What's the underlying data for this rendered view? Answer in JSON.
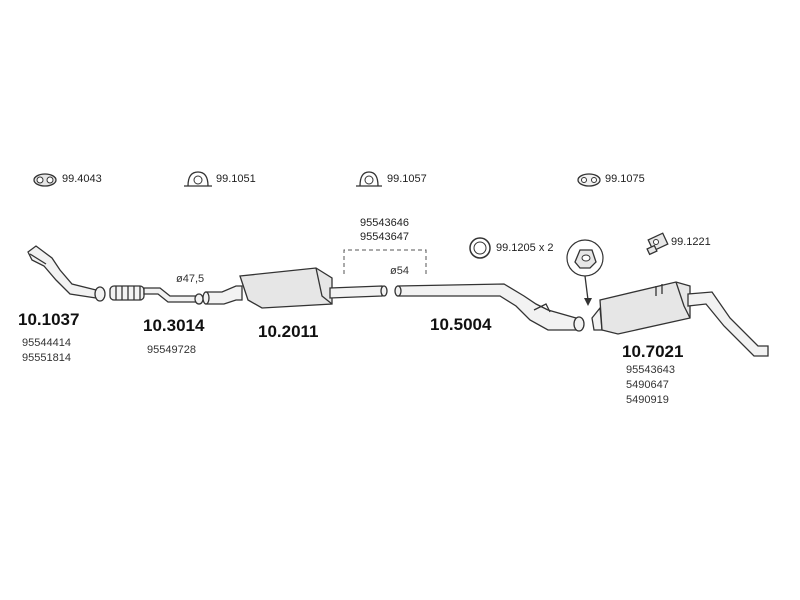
{
  "accessories": {
    "gasket": "99.4043",
    "clamp_a": "99.1051",
    "clamp_b": "99.1057",
    "mount": "99.1075",
    "ring": "99.1205 x 2",
    "rubber_mount": "99.1221"
  },
  "dimensions": {
    "d475": "ø47,5",
    "d54": "ø54"
  },
  "parts": {
    "front_pipe": {
      "number": "10.1037",
      "refs": [
        "95544414",
        "95551814"
      ]
    },
    "flex_pipe": {
      "number": "10.3014",
      "refs": [
        "95549728"
      ]
    },
    "middle_silencer": {
      "number": "10.2011",
      "refs": []
    },
    "middle_refs": [
      "95543646",
      "95543647"
    ],
    "rear_pipe": {
      "number": "10.5004",
      "refs": []
    },
    "rear_silencer": {
      "number": "10.7021",
      "refs": [
        "95543643",
        "5490647",
        "5490919"
      ]
    }
  }
}
